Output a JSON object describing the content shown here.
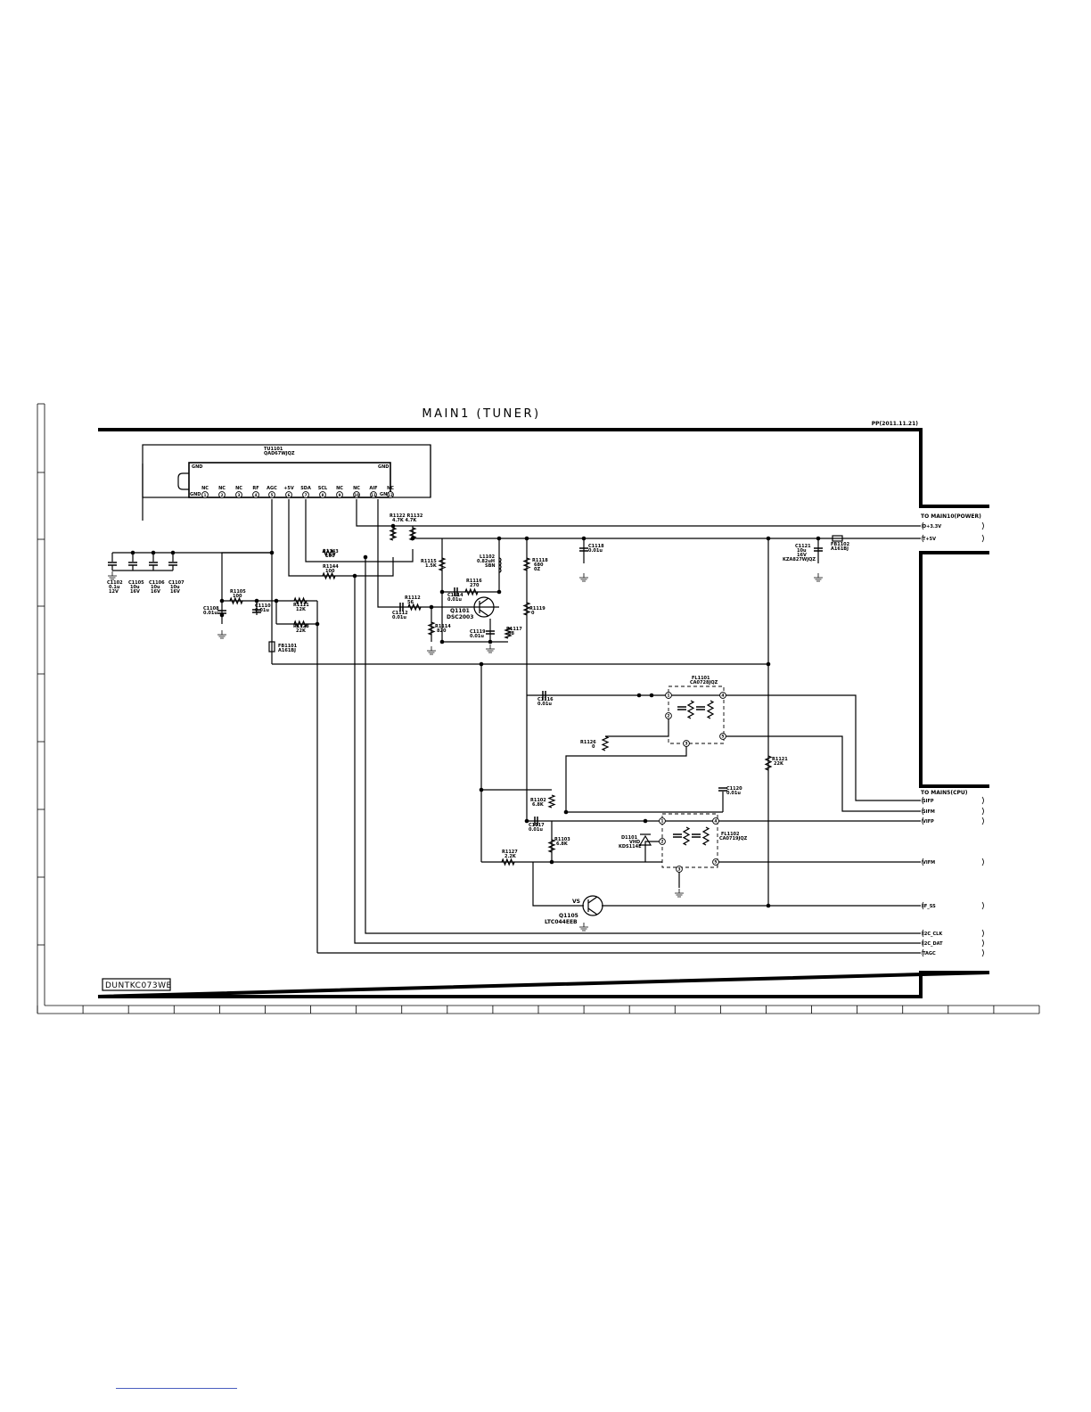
{
  "title": "MAIN1 (TUNER)",
  "revision": "PP(2011.11.21)",
  "board_code": "DUNTKC073WE",
  "tuner": {
    "ref": "TU1101",
    "part": "QAD67WJQZ",
    "gnd_labels": [
      "GND",
      "GND",
      "GND",
      "GND"
    ],
    "pins": [
      {
        "name": "NC",
        "num": "1"
      },
      {
        "name": "NC",
        "num": "2"
      },
      {
        "name": "NC",
        "num": "3"
      },
      {
        "name": "RF",
        "num": "4"
      },
      {
        "name": "AGC",
        "num": "5"
      },
      {
        "name": "+5V",
        "num": "6"
      },
      {
        "name": "SDA",
        "num": "7"
      },
      {
        "name": "SCL",
        "num": "8"
      },
      {
        "name": "NC",
        "num": "9"
      },
      {
        "name": "NC",
        "num": "10"
      },
      {
        "name": "AIF",
        "num": "11"
      },
      {
        "name": "NC",
        "num": "12"
      }
    ]
  },
  "components": [
    {
      "id": "r1122",
      "ref": "R1122",
      "val": "4.7K"
    },
    {
      "id": "r1132",
      "ref": "R1132",
      "val": "4.7K"
    },
    {
      "id": "r1143",
      "ref": "R1143",
      "val": "100"
    },
    {
      "id": "r1144",
      "ref": "R1144",
      "val": "100"
    },
    {
      "id": "c1102",
      "ref": "C1102",
      "val": "0.1u",
      "v": "12V"
    },
    {
      "id": "c1105",
      "ref": "C1105",
      "val": "10u",
      "v": "16V"
    },
    {
      "id": "c1106",
      "ref": "C1106",
      "val": "10u",
      "v": "16V"
    },
    {
      "id": "c1107",
      "ref": "C1107",
      "val": "10u",
      "v": "16V"
    },
    {
      "id": "r1105",
      "ref": "R1105",
      "val": "100"
    },
    {
      "id": "c1108",
      "ref": "C1108",
      "val": "0.01u"
    },
    {
      "id": "c1110",
      "ref": "C1110",
      "val": "0.01u"
    },
    {
      "id": "r1111",
      "ref": "R1111",
      "val": "12K"
    },
    {
      "id": "r1128",
      "ref": "R1128",
      "val": "22K"
    },
    {
      "id": "fb1101",
      "ref": "FB1101",
      "val": "A161BJ"
    },
    {
      "id": "r1115",
      "ref": "R1115",
      "val": "1.5K"
    },
    {
      "id": "l1102",
      "ref": "L1102",
      "val": "0.82uH",
      "v": "SBN"
    },
    {
      "id": "r1118",
      "ref": "R1118",
      "val": "680",
      "v": "0Z"
    },
    {
      "id": "c1118",
      "ref": "C1118",
      "val": "0.01u"
    },
    {
      "id": "r1116",
      "ref": "R1116",
      "val": "270"
    },
    {
      "id": "c1114",
      "ref": "C1114",
      "val": "0.01u"
    },
    {
      "id": "r1112",
      "ref": "R1112",
      "val": "56"
    },
    {
      "id": "c1112",
      "ref": "C1112",
      "val": "0.01u"
    },
    {
      "id": "q1101",
      "ref": "Q1101",
      "val": "DSC2003"
    },
    {
      "id": "r1114",
      "ref": "R1114",
      "val": "820"
    },
    {
      "id": "c1119",
      "ref": "C1119",
      "val": "0.01u"
    },
    {
      "id": "r1117",
      "ref": "R1117",
      "val": "68"
    },
    {
      "id": "r1119",
      "ref": "R1119",
      "val": "0"
    },
    {
      "id": "c1121",
      "ref": "C1121",
      "val": "10u",
      "v": "16V",
      "extra": "KZA827WJQZ"
    },
    {
      "id": "fb1102",
      "ref": "FB1102",
      "val": "A161BJ"
    },
    {
      "id": "c1116",
      "ref": "C1116",
      "val": "0.01u"
    },
    {
      "id": "fl1101",
      "ref": "FL1101",
      "val": "CA0728JQZ"
    },
    {
      "id": "r1126",
      "ref": "R1126",
      "val": "0"
    },
    {
      "id": "r1121",
      "ref": "R1121",
      "val": "22K"
    },
    {
      "id": "c1120",
      "ref": "C1120",
      "val": "0.01u"
    },
    {
      "id": "r1102",
      "ref": "R1102",
      "val": "6.8K"
    },
    {
      "id": "c1117",
      "ref": "C1117",
      "val": "0.01u"
    },
    {
      "id": "r1103",
      "ref": "R1103",
      "val": "6.8K"
    },
    {
      "id": "d1101",
      "ref": "D1101",
      "val": "VHD",
      "v": "KDS114E"
    },
    {
      "id": "fl1102",
      "ref": "FL1102",
      "val": "CA0719JQZ"
    },
    {
      "id": "r1127",
      "ref": "R1127",
      "val": "2.2K"
    },
    {
      "id": "q1105",
      "ref": "Q1105",
      "val": "LTC044EEB",
      "v": "VS"
    }
  ],
  "connectors": {
    "power": {
      "title": "TO MAIN10(POWER)",
      "signals": [
        "D+3.3V",
        "T+5V"
      ]
    },
    "cpu": {
      "title": "TO MAIN5(CPU)",
      "signals": [
        "SIFP",
        "SIFM",
        "VIFP",
        "VIFM",
        "IF_SS",
        "I2C_CLK",
        "I2C_DAT",
        "TAGC"
      ]
    }
  },
  "fl_pins": [
    "1",
    "2",
    "3",
    "4",
    "5"
  ],
  "frame": {
    "bottom_cols": 22
  }
}
